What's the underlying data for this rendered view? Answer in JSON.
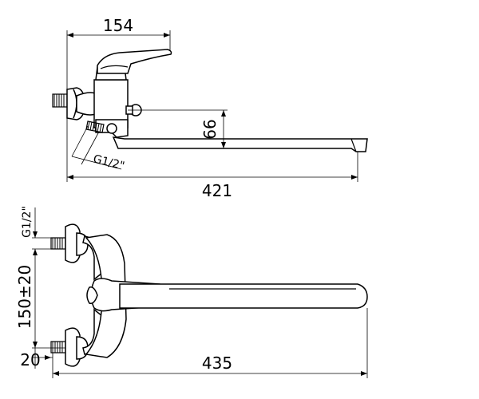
{
  "side_view": {
    "dim_width_top": "154",
    "dim_height": "66",
    "dim_thread": "G1/2\"",
    "dim_total_length": "421"
  },
  "top_view": {
    "dim_thread": "G1/2\"",
    "dim_center_distance": "150±20",
    "dim_connection": "20",
    "dim_total_length": "435"
  }
}
